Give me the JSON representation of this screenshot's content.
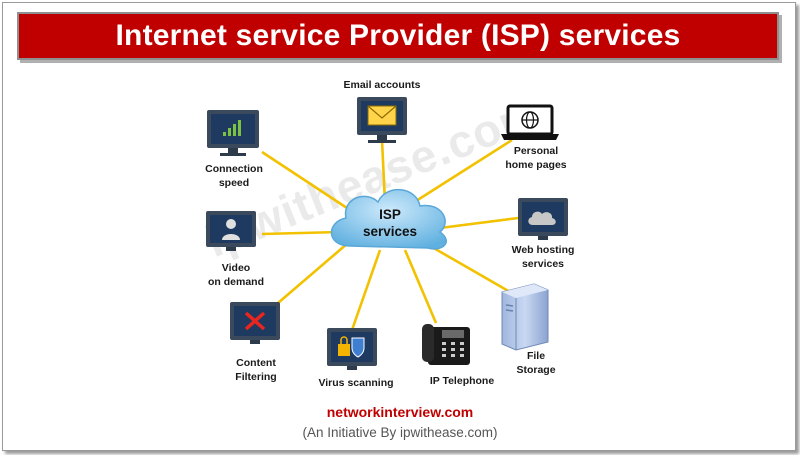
{
  "title": "Internet service Provider (ISP) services",
  "center_label": [
    "ISP",
    "services"
  ],
  "watermark": "ipwithease.com",
  "nodes": {
    "email": [
      "Email accounts"
    ],
    "personal": [
      "Personal",
      "home pages"
    ],
    "webhost": [
      "Web hosting",
      "services"
    ],
    "file": [
      "File",
      "Storage"
    ],
    "phone": [
      "IP Telephone"
    ],
    "virus": [
      "Virus scanning"
    ],
    "content": [
      "Content",
      "Filtering"
    ],
    "video": [
      "Video",
      "on demand"
    ],
    "speed": [
      "Connection",
      "speed"
    ]
  },
  "footer": {
    "site": "networkinterview.com",
    "tagline": "(An Initiative By ipwithease.com)"
  },
  "colors": {
    "banner": "#c00000",
    "connector": "#f2c200",
    "monitor": "#3a4a5c",
    "screen": "#1f3a60",
    "cloud": "#7fc2ea"
  }
}
